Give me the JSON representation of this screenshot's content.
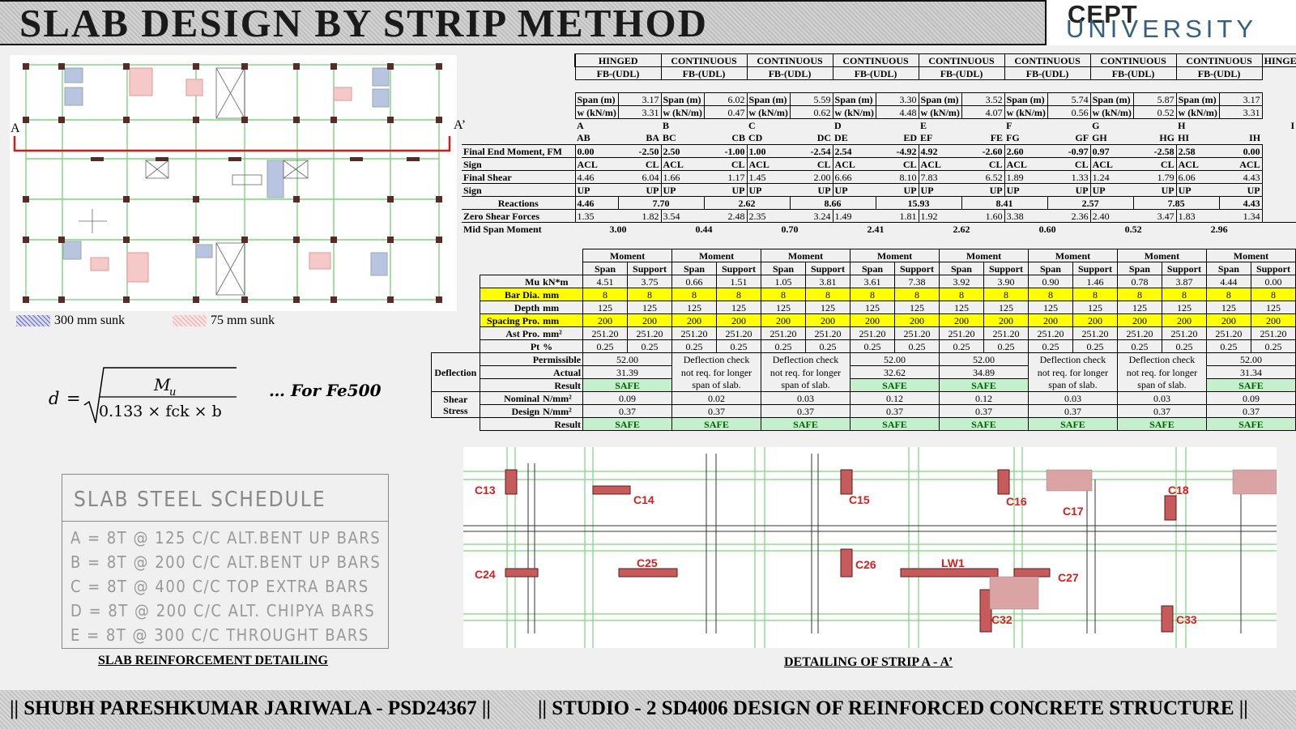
{
  "title": "SLAB DESIGN BY STRIP METHOD",
  "logo": {
    "line1": "CEPT",
    "line2": "UNIVERSITY"
  },
  "plan": {
    "label_a": "A",
    "label_a2": "A’"
  },
  "legend": [
    {
      "label": "300 mm sunk",
      "color": "#6a6ab8"
    },
    {
      "label": "75 mm sunk",
      "color": "#f4a8a8"
    }
  ],
  "formula": {
    "lhs": "d",
    "eq": "=",
    "num": "M",
    "num_sub": "u",
    "den": "0.133 × fck × b",
    "note": "… For Fe500"
  },
  "schedule": {
    "title": "SLAB STEEL SCHEDULE",
    "rows": [
      "A = 8T @ 125 C/C ALT.BENT UP BARS",
      "B = 8T @ 200 C/C ALT.BENT UP BARS",
      "C = 8T @ 400 C/C TOP EXTRA BARS",
      "D = 8T @ 200 C/C ALT. CHIPYA BARS",
      "E = 8T @ 300 C/C THROUGHT BARS"
    ]
  },
  "captions": {
    "left": "SLAB REINFORCEMENT DETAILING",
    "right": "DETAILING OF STRIP A - A’"
  },
  "footer": {
    "left": "|| SHUBH PARESHKUMAR JARIWALA - PSD24367 ||",
    "right": "|| STUDIO - 2 SD4006 DESIGN OF REINFORCED CONCRETE STRUCTURE ||"
  },
  "strip": {
    "supports": [
      "HINGED",
      "CONTINUOUS",
      "CONTINUOUS",
      "CONTINUOUS",
      "CONTINUOUS",
      "CONTINUOUS",
      "CONTINUOUS",
      "CONTINUOUS",
      "HINGED"
    ],
    "load_label": "FB-(UDL)",
    "span_label": "Span (m)",
    "w_label": "w (kN/m)",
    "spans": [
      {
        "span": "3.17",
        "w": "3.31"
      },
      {
        "span": "6.02",
        "w": "0.47"
      },
      {
        "span": "5.59",
        "w": "0.62"
      },
      {
        "span": "3.30",
        "w": "4.48"
      },
      {
        "span": "3.52",
        "w": "4.07"
      },
      {
        "span": "5.74",
        "w": "0.56"
      },
      {
        "span": "5.87",
        "w": "0.52"
      },
      {
        "span": "3.17",
        "w": "3.31"
      }
    ],
    "nodes": [
      "A",
      "B",
      "C",
      "D",
      "E",
      "F",
      "G",
      "H",
      "I"
    ],
    "members": [
      [
        "AB",
        "BA"
      ],
      [
        "BC",
        "CB"
      ],
      [
        "CD",
        "DC"
      ],
      [
        "DE",
        "ED"
      ],
      [
        "EF",
        "FE"
      ],
      [
        "FG",
        "GF"
      ],
      [
        "GH",
        "HG"
      ],
      [
        "HI",
        "IH"
      ]
    ],
    "row_labels": {
      "fem": "Final End Moment, FM",
      "sign": "Sign",
      "shear": "Final Shear",
      "sign2": "Sign",
      "reactions": "Reactions",
      "zero": "Zero Shear Forces",
      "mid": "Mid Span Moment"
    },
    "fem": [
      [
        "0.00",
        "-2.50"
      ],
      [
        "2.50",
        "-1.00"
      ],
      [
        "1.00",
        "-2.54"
      ],
      [
        "2.54",
        "-4.92"
      ],
      [
        "4.92",
        "-2.60"
      ],
      [
        "2.60",
        "-0.97"
      ],
      [
        "0.97",
        "-2.58"
      ],
      [
        "2.58",
        "0.00"
      ]
    ],
    "fem_sign": [
      [
        "ACL",
        "CL"
      ],
      [
        "ACL",
        "CL"
      ],
      [
        "ACL",
        "CL"
      ],
      [
        "ACL",
        "CL"
      ],
      [
        "ACL",
        "CL"
      ],
      [
        "ACL",
        "CL"
      ],
      [
        "ACL",
        "CL"
      ],
      [
        "ACL",
        "ACL"
      ]
    ],
    "shear": [
      [
        "4.46",
        "6.04"
      ],
      [
        "1.66",
        "1.17"
      ],
      [
        "1.45",
        "2.00"
      ],
      [
        "6.66",
        "8.10"
      ],
      [
        "7.83",
        "6.52"
      ],
      [
        "1.89",
        "1.33"
      ],
      [
        "1.24",
        "1.79"
      ],
      [
        "6.06",
        "4.43"
      ]
    ],
    "shear_sign": [
      [
        "UP",
        "UP"
      ],
      [
        "UP",
        "UP"
      ],
      [
        "UP",
        "UP"
      ],
      [
        "UP",
        "UP"
      ],
      [
        "UP",
        "UP"
      ],
      [
        "UP",
        "UP"
      ],
      [
        "UP",
        "UP"
      ],
      [
        "UP",
        "UP"
      ]
    ],
    "reactions": [
      "4.46",
      "7.70",
      "2.62",
      "8.66",
      "15.93",
      "8.41",
      "2.57",
      "7.85",
      "4.43"
    ],
    "zero_shear": [
      [
        "1.35",
        "1.82"
      ],
      [
        "3.54",
        "2.48"
      ],
      [
        "2.35",
        "3.24"
      ],
      [
        "1.49",
        "1.81"
      ],
      [
        "1.92",
        "1.60"
      ],
      [
        "3.38",
        "2.36"
      ],
      [
        "2.40",
        "3.47"
      ],
      [
        "1.83",
        "1.34"
      ]
    ],
    "mid_span": [
      "3.00",
      "0.44",
      "0.70",
      "2.41",
      "2.62",
      "0.60",
      "0.52",
      "2.96"
    ]
  },
  "design": {
    "moment": "Moment",
    "span": "Span",
    "support": "Support",
    "rows": [
      {
        "label": "Mu",
        "unit": "kN*m",
        "vals": [
          "4.51",
          "3.75",
          "0.66",
          "1.51",
          "1.05",
          "3.81",
          "3.61",
          "7.38",
          "3.92",
          "3.90",
          "0.90",
          "1.46",
          "0.78",
          "3.87",
          "4.44",
          "0.00"
        ]
      },
      {
        "label": "Bar Dia.",
        "unit": "mm",
        "vals": [
          "8",
          "8",
          "8",
          "8",
          "8",
          "8",
          "8",
          "8",
          "8",
          "8",
          "8",
          "8",
          "8",
          "8",
          "8",
          "8"
        ],
        "hl": true
      },
      {
        "label": "Depth",
        "unit": "mm",
        "vals": [
          "125",
          "125",
          "125",
          "125",
          "125",
          "125",
          "125",
          "125",
          "125",
          "125",
          "125",
          "125",
          "125",
          "125",
          "125",
          "125"
        ]
      },
      {
        "label": "Spacing Pro.",
        "unit": "mm",
        "vals": [
          "200",
          "200",
          "200",
          "200",
          "200",
          "200",
          "200",
          "200",
          "200",
          "200",
          "200",
          "200",
          "200",
          "200",
          "200",
          "200"
        ],
        "hl": true
      },
      {
        "label": "Ast Pro.",
        "unit": "mm²",
        "vals": [
          "251.20",
          "251.20",
          "251.20",
          "251.20",
          "251.20",
          "251.20",
          "251.20",
          "251.20",
          "251.20",
          "251.20",
          "251.20",
          "251.20",
          "251.20",
          "251.20",
          "251.20",
          "251.20"
        ]
      },
      {
        "label": "Pt",
        "unit": "%",
        "vals": [
          "0.25",
          "0.25",
          "0.25",
          "0.25",
          "0.25",
          "0.25",
          "0.25",
          "0.25",
          "0.25",
          "0.25",
          "0.25",
          "0.25",
          "0.25",
          "0.25",
          "0.25",
          "0.25"
        ]
      }
    ],
    "deflection": {
      "group": "Deflection",
      "permissible": "Permissible",
      "actual": "Actual",
      "result": "Result",
      "spans": [
        {
          "p": "52.00",
          "a": "31.39",
          "r": "SAFE"
        },
        {
          "n1": "Deflection check",
          "n2": "not req. for longer",
          "n3": "span of slab."
        },
        {
          "n1": "Deflection check",
          "n2": "not req. for longer",
          "n3": "span of slab."
        },
        {
          "p": "52.00",
          "a": "32.62",
          "r": "SAFE"
        },
        {
          "p": "52.00",
          "a": "34.89",
          "r": "SAFE"
        },
        {
          "n1": "Deflection check",
          "n2": "not req. for longer",
          "n3": "span of slab."
        },
        {
          "n1": "Deflection check",
          "n2": "not req. for longer",
          "n3": "span of slab."
        },
        {
          "p": "52.00",
          "a": "31.34",
          "r": "SAFE"
        }
      ]
    },
    "shear_stress": {
      "group1": "Shear",
      "group2": "Stress",
      "nominal": "Nominal",
      "design": "Design",
      "unit": "N/mm²",
      "result": "Result",
      "nominal_vals": [
        "0.09",
        "0.02",
        "0.03",
        "0.12",
        "0.12",
        "0.03",
        "0.03",
        "0.09"
      ],
      "design_vals": [
        "0.37",
        "0.37",
        "0.37",
        "0.37",
        "0.37",
        "0.37",
        "0.37",
        "0.37"
      ],
      "results": [
        "SAFE",
        "SAFE",
        "SAFE",
        "SAFE",
        "SAFE",
        "SAFE",
        "SAFE",
        "SAFE"
      ]
    }
  },
  "detail_labels": [
    "C13",
    "C14",
    "C15",
    "C16",
    "C17",
    "C18",
    "C24",
    "C25",
    "C26",
    "LW1",
    "C27",
    "C32",
    "C33"
  ]
}
